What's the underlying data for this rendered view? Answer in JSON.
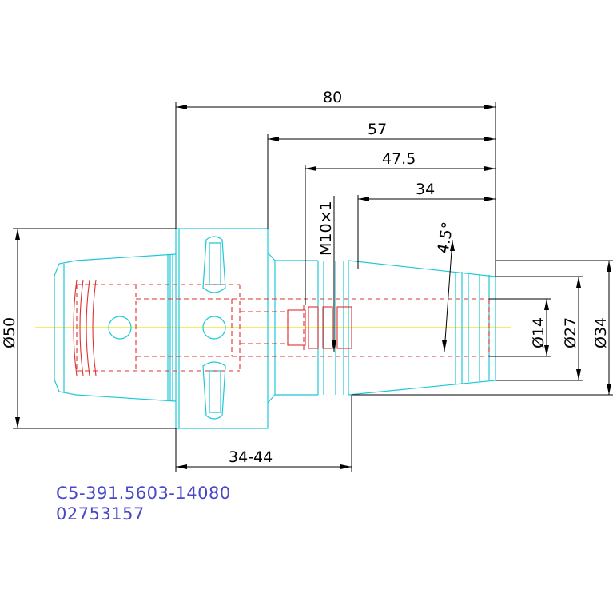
{
  "drawing": {
    "dimensions": {
      "overall_length": "80",
      "length_57": "57",
      "length_47_5": "47.5",
      "length_34": "34",
      "thread": "M10×1",
      "taper_angle": "4.5°",
      "dia_50": "Ø50",
      "dia_14": "Ø14",
      "dia_27": "Ø27",
      "dia_34": "Ø34",
      "range_34_44": "34-44"
    },
    "part_code": "C5-391.5603-14080",
    "part_number": "02753157"
  },
  "colors": {
    "outline": "#1ec8d8",
    "hidden": "#e03030",
    "dimension": "#000000",
    "centerline": "#e8e800",
    "text_blue": "#4848c8"
  }
}
